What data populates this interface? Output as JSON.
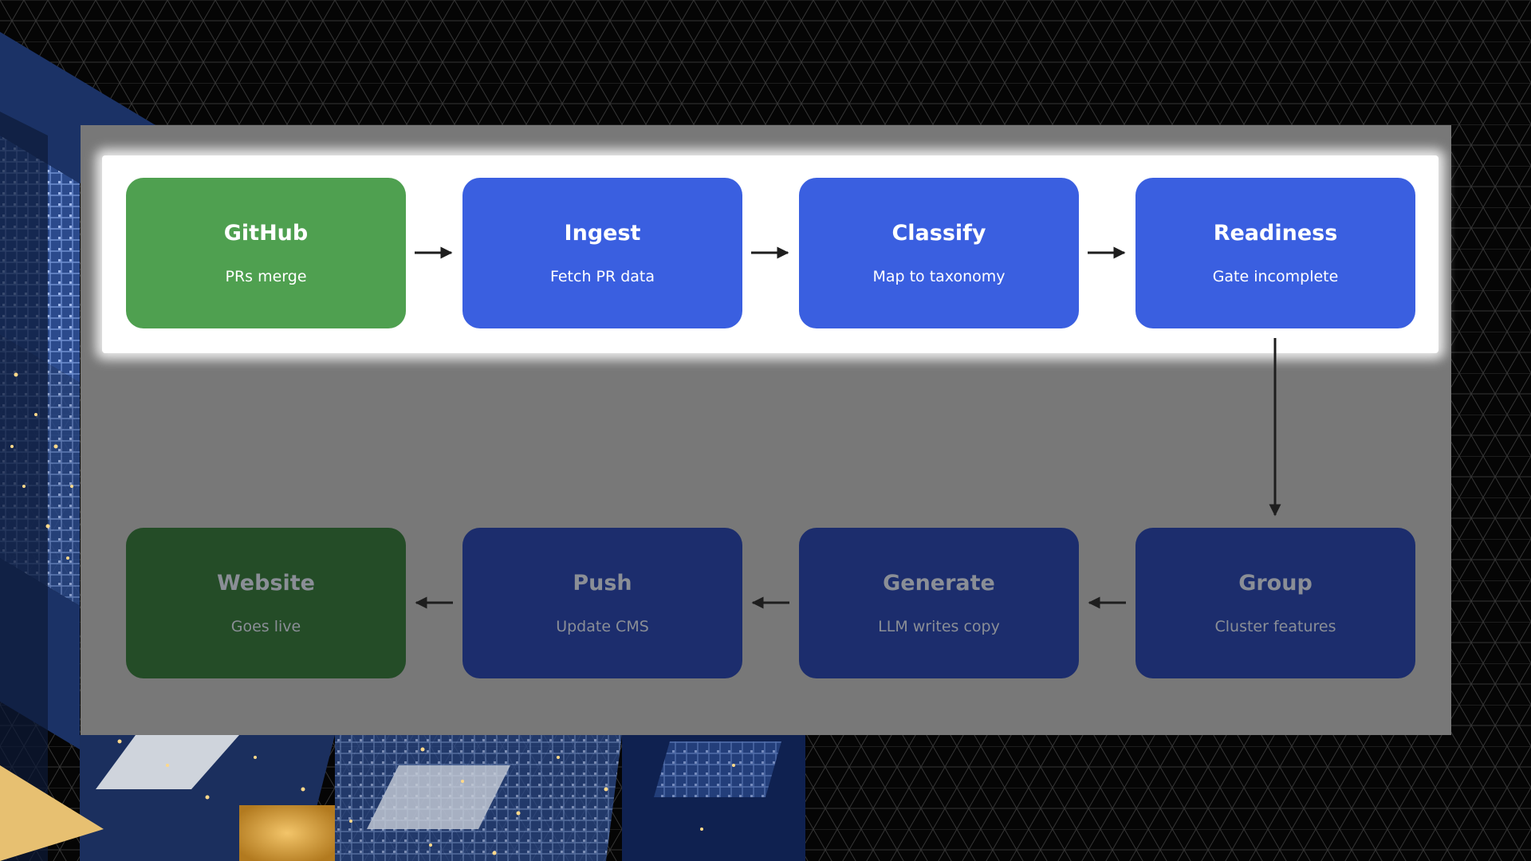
{
  "diagram": {
    "top_row": [
      {
        "title": "GitHub",
        "subtitle": "PRs merge"
      },
      {
        "title": "Ingest",
        "subtitle": "Fetch PR data"
      },
      {
        "title": "Classify",
        "subtitle": "Map to taxonomy"
      },
      {
        "title": "Readiness",
        "subtitle": "Gate incomplete"
      }
    ],
    "bottom_row": [
      {
        "title": "Website",
        "subtitle": "Goes live"
      },
      {
        "title": "Push",
        "subtitle": "Update CMS"
      },
      {
        "title": "Generate",
        "subtitle": "LLM writes copy"
      },
      {
        "title": "Group",
        "subtitle": "Cluster features"
      }
    ]
  },
  "colors": {
    "source_active": "#4fa050",
    "step_active": "#3a5fe0",
    "source_dim": "#244c27",
    "step_dim": "#1c2d6d",
    "panel": "#787878",
    "highlight": "#ffffff",
    "arrow": "#1e1e1e"
  }
}
